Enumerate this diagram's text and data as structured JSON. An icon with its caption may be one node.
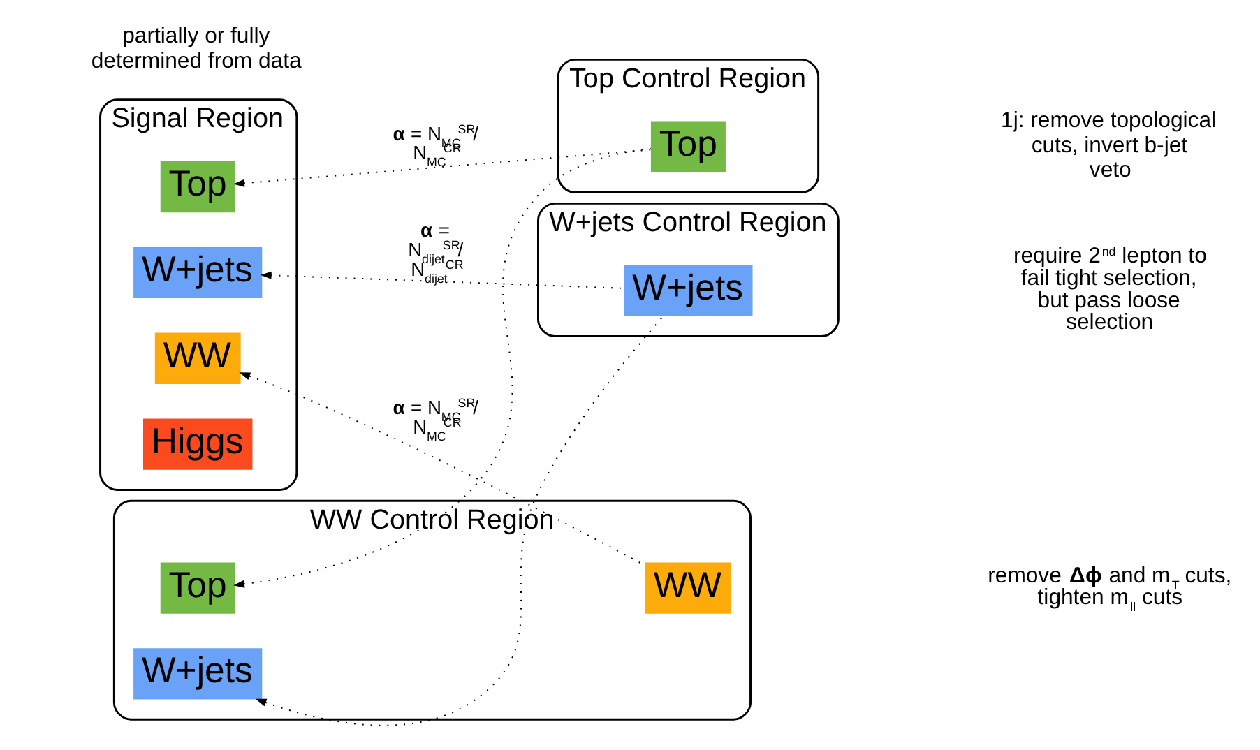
{
  "diagram": {
    "nodes": [
      {
        "text": [
          "Signal Region"
        ]
      },
      {
        "text": [
          "Higgs"
        ],
        "in": 0
      },
      {
        "text": [
          "WW"
        ],
        "in": 0
      },
      {
        "text": [
          "Top"
        ],
        "in": 0
      },
      {
        "text": [
          "W+jets"
        ],
        "in": 0
      },
      {
        "text": [
          "WW Control Region"
        ]
      },
      {
        "text": [
          "WW"
        ],
        "in": 5
      },
      {
        "text": [
          "Top"
        ],
        "in": 5
      },
      {
        "text": [
          "W+jets"
        ],
        "in": 5
      },
      {
        "text": [
          "Top Control Region"
        ]
      },
      {
        "text": [
          "Top"
        ],
        "in": 9
      },
      {
        "text": [
          "W+jets Control Region"
        ]
      },
      {
        "text": [
          "W+jets"
        ],
        "in": 11
      }
    ],
    "edges": [
      {
        "from": 6,
        "to": 2,
        "arrow": "to",
        "label": "**α** = N$_{MC}$$^{SR}$/ N$_{MC}$$^{CR}$"
      },
      {
        "from": 10,
        "to": 3,
        "arrow": "to",
        "label": "**α** = N$_{MC}$$^{SR}$/ N$_{MC}$$^{CR}$"
      },
      {
        "from": 12,
        "to": 4,
        "arrow": "to",
        "label": "**α** = N$_{dijet}$$^{SR}$/ N$_{dijet}$$^{CR}$"
      },
      {
        "from": 10,
        "to": 7,
        "arrow": "to"
      },
      {
        "from": 12,
        "to": 8,
        "arrow": "to"
      }
    ],
    "labels": [
      "partially or fully determined from data",
      "remove **Δϕ** and m$_{T}$ cuts, tighten m$_{ll}$ cuts",
      "1j: remove topological cuts, invert b-jet veto",
      "require 2$^{nd}$ lepton to fail tight selection, but pass loose selection"
    ]
  }
}
